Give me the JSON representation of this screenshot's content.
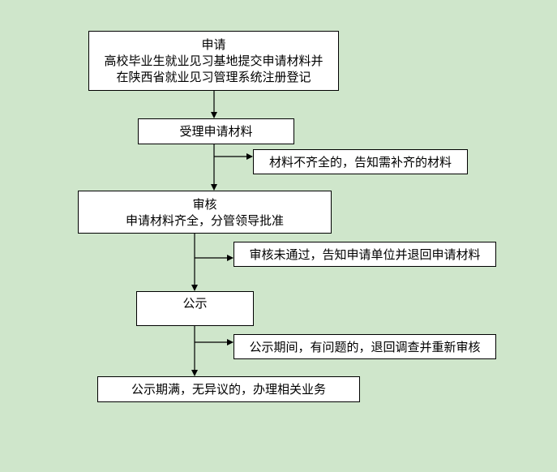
{
  "flow": {
    "apply": {
      "title": "申请",
      "line1": "高校毕业生就业见习基地提交申请材料并",
      "line2": "在陕西省就业见习管理系统注册登记"
    },
    "accept": {
      "label": "受理申请材料"
    },
    "incomplete_note": {
      "label": "材料不齐全的，告知需补齐的材料"
    },
    "review": {
      "title": "审核",
      "line1": "申请材料齐全，分管领导批准"
    },
    "review_fail_note": {
      "label": "审核未通过，告知申请单位并退回申请材料"
    },
    "publicity": {
      "label": "公示"
    },
    "publicity_issue_note": {
      "label": "公示期间，有问题的，退回调查并重新审核"
    },
    "final": {
      "label": "公示期满，无异议的，办理相关业务"
    }
  },
  "colors": {
    "background": "#cfe6cb",
    "box_fill": "#ffffff",
    "stroke": "#000000"
  }
}
